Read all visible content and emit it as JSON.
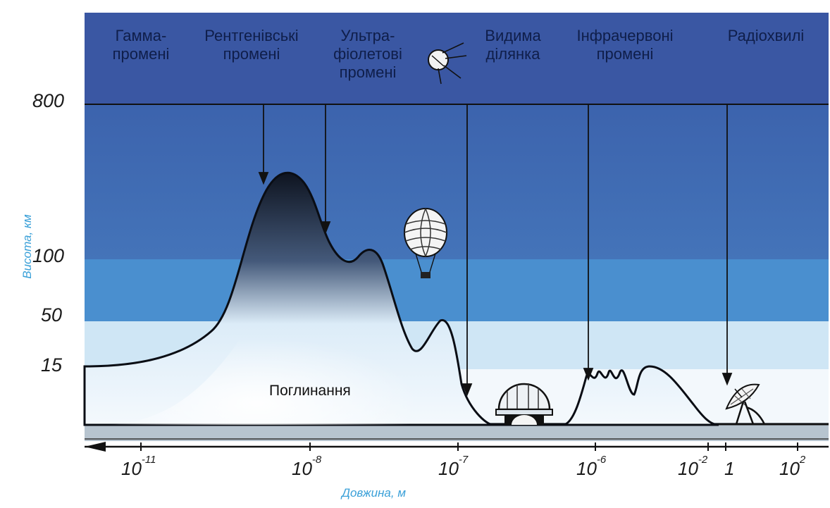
{
  "bands": [
    {
      "label": "Гамма-\nпромені"
    },
    {
      "label": "Рентгенівські\nпромені"
    },
    {
      "label": "Ультра-\nфіолетові\nпромені"
    },
    {
      "label": "Видима\nділянка"
    },
    {
      "label": "Інфрачервоні\nпромені"
    },
    {
      "label": "Радіохвилі"
    }
  ],
  "y_axis": {
    "title": "Висота, км",
    "ticks": [
      "800",
      "100",
      "50",
      "15"
    ]
  },
  "x_axis": {
    "title": "Довжина, м",
    "ticks": [
      {
        "base": "10",
        "exp": "-11"
      },
      {
        "base": "10",
        "exp": "-8"
      },
      {
        "base": "10",
        "exp": "-7"
      },
      {
        "base": "10",
        "exp": "-6"
      },
      {
        "base": "10",
        "exp": "-2"
      },
      {
        "base": "1",
        "exp": ""
      },
      {
        "base": "10",
        "exp": "2"
      }
    ]
  },
  "absorption_label": "Поглинання",
  "colors": {
    "top_band": "#3a5aa6",
    "sky_dark": "#3f6eb3",
    "sky_mid": "#4a8ccc",
    "sky_light": "#e6f2fb",
    "mountain_dark": "#1a2230",
    "mountain_light": "#eef6fc"
  },
  "icons": [
    "satellite-icon",
    "balloon-icon",
    "observatory-icon",
    "radio-telescope-icon"
  ]
}
